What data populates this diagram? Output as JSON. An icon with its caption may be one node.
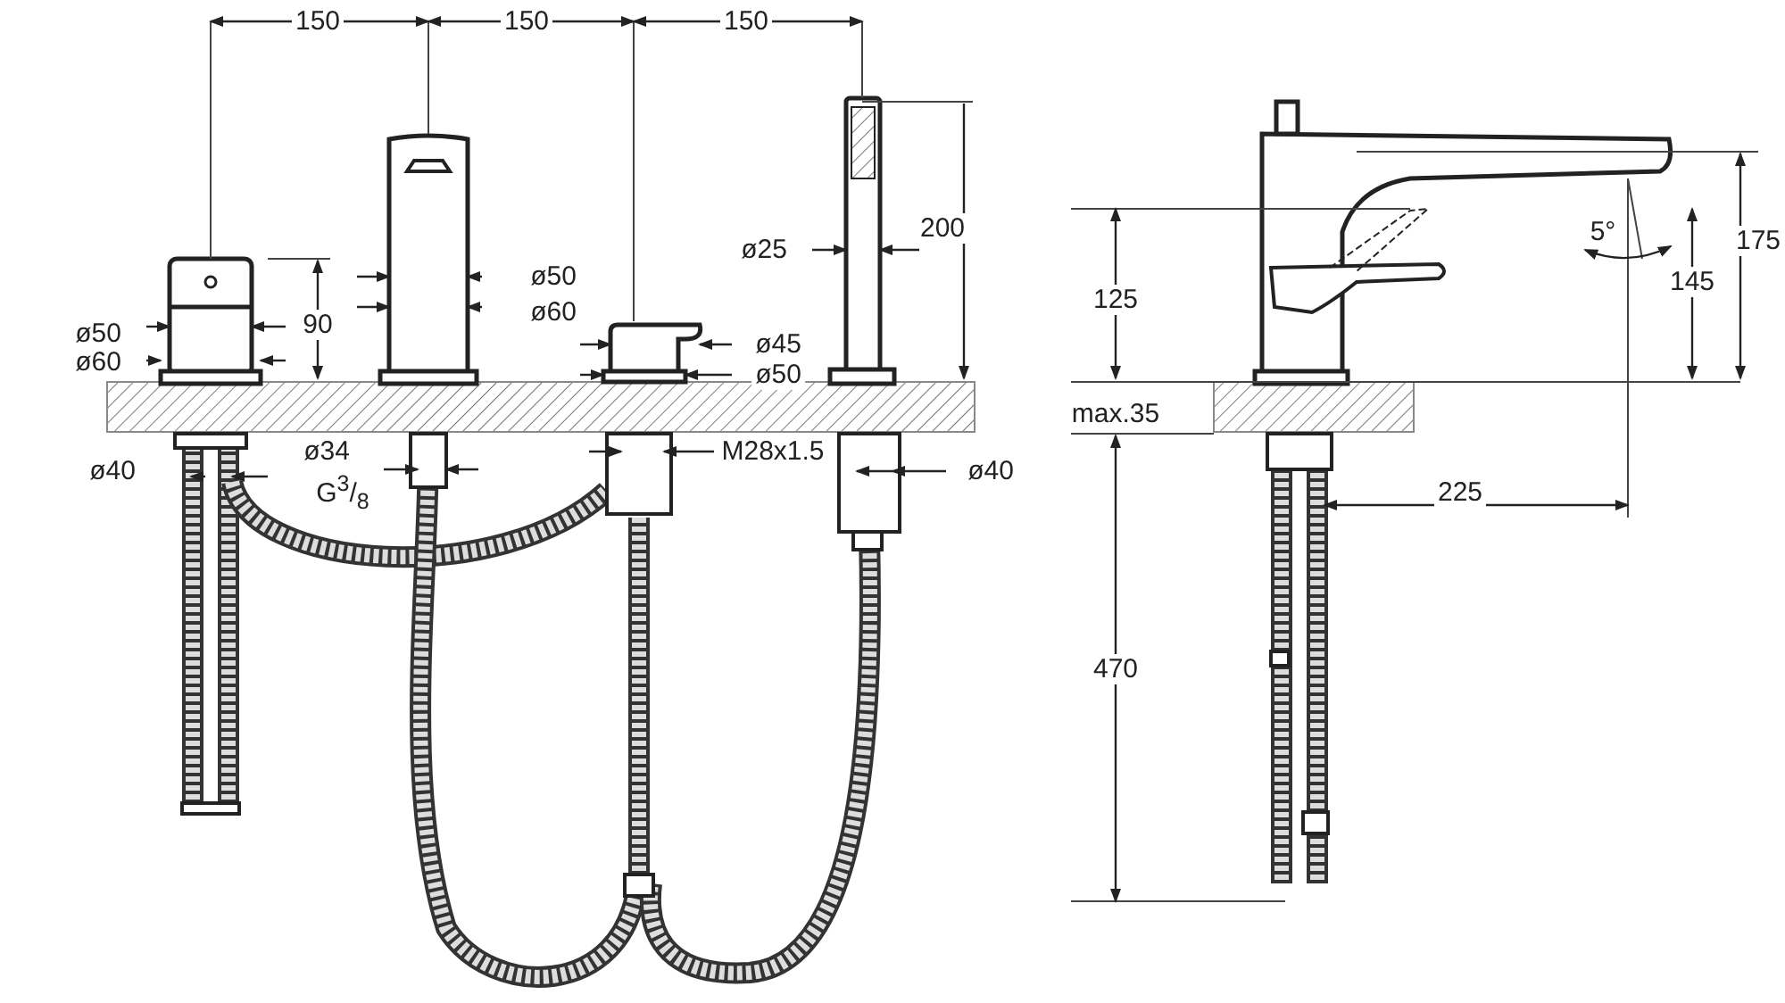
{
  "diagram": {
    "labels": [
      "150",
      "150",
      "150",
      "200",
      "ø25",
      "175",
      "ø50",
      "5°",
      "90",
      "ø60",
      "125",
      "145",
      "ø50",
      "ø45",
      "ø60",
      "ø50",
      "max.35",
      "ø34",
      "M28x1.5",
      "ø40",
      "ø40",
      "G$^{3}$/$_{8}$",
      "225",
      "470"
    ]
  }
}
